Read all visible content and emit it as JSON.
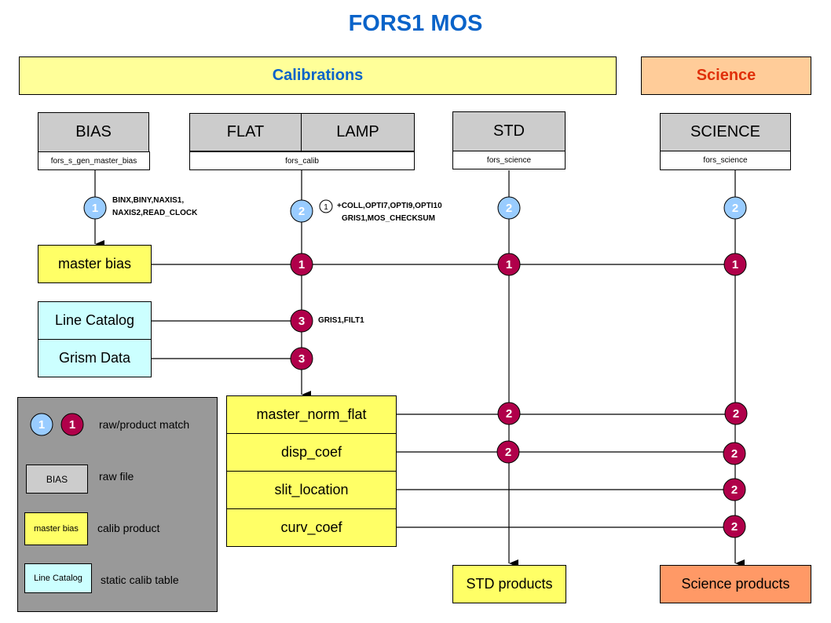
{
  "title": "FORS1 MOS",
  "bands": {
    "calibrations": "Calibrations",
    "science": "Science"
  },
  "raw_frames": {
    "bias": {
      "label": "BIAS",
      "recipe": "fors_s_gen_master_bias"
    },
    "flat": {
      "label": "FLAT"
    },
    "lamp": {
      "label": "LAMP"
    },
    "flat_lamp_recipe": "fors_calib",
    "std": {
      "label": "STD",
      "recipe": "fors_science"
    },
    "science": {
      "label": "SCIENCE",
      "recipe": "fors_science"
    }
  },
  "products": {
    "master_bias": "master bias",
    "line_catalog": "Line Catalog",
    "grism_data": "Grism Data",
    "calib_products": [
      "master_norm_flat",
      "disp_coef",
      "slit_location",
      "curv_coef"
    ],
    "std_products": "STD products",
    "science_products": "Science products"
  },
  "notes": {
    "match1": [
      "BINX,BINY,NAXIS1,",
      "NAXIS2,READ_CLOCK"
    ],
    "match2_ref": "1",
    "match2": [
      "+COLL,OPTI7,OPTI9,OPTI10",
      "GRIS1,MOS_CHECKSUM"
    ],
    "match3": "GRIS1,FILT1"
  },
  "match_labels": {
    "raw_bias": "1",
    "raw_flat": "2",
    "raw_std": "2",
    "raw_sci": "2",
    "mb_flat": "1",
    "mb_std": "1",
    "mb_sci": "1",
    "lc_flat": "3",
    "gd_flat": "3",
    "mnf_std": "2",
    "mnf_sci": "2",
    "dc_std": "2",
    "dc_sci": "2",
    "sl_sci": "2",
    "cc_sci": "2"
  },
  "legend": {
    "match_raw": "1",
    "match_product": "1",
    "match_text": "raw/product match",
    "raw_example": "BIAS",
    "raw_text": "raw file",
    "calib_example": "master bias",
    "calib_text": "calib product",
    "static_example": "Line Catalog",
    "static_text": "static calib table"
  },
  "colors": {
    "title": "#0a63c9",
    "raw_match": "#99ccff",
    "product_match": "#b0004a",
    "raw_box": "#cccccc",
    "calib_product": "#ffff66",
    "static_table": "#ccffff",
    "science_band": "#ffcc99",
    "science_product": "#ff9966"
  }
}
